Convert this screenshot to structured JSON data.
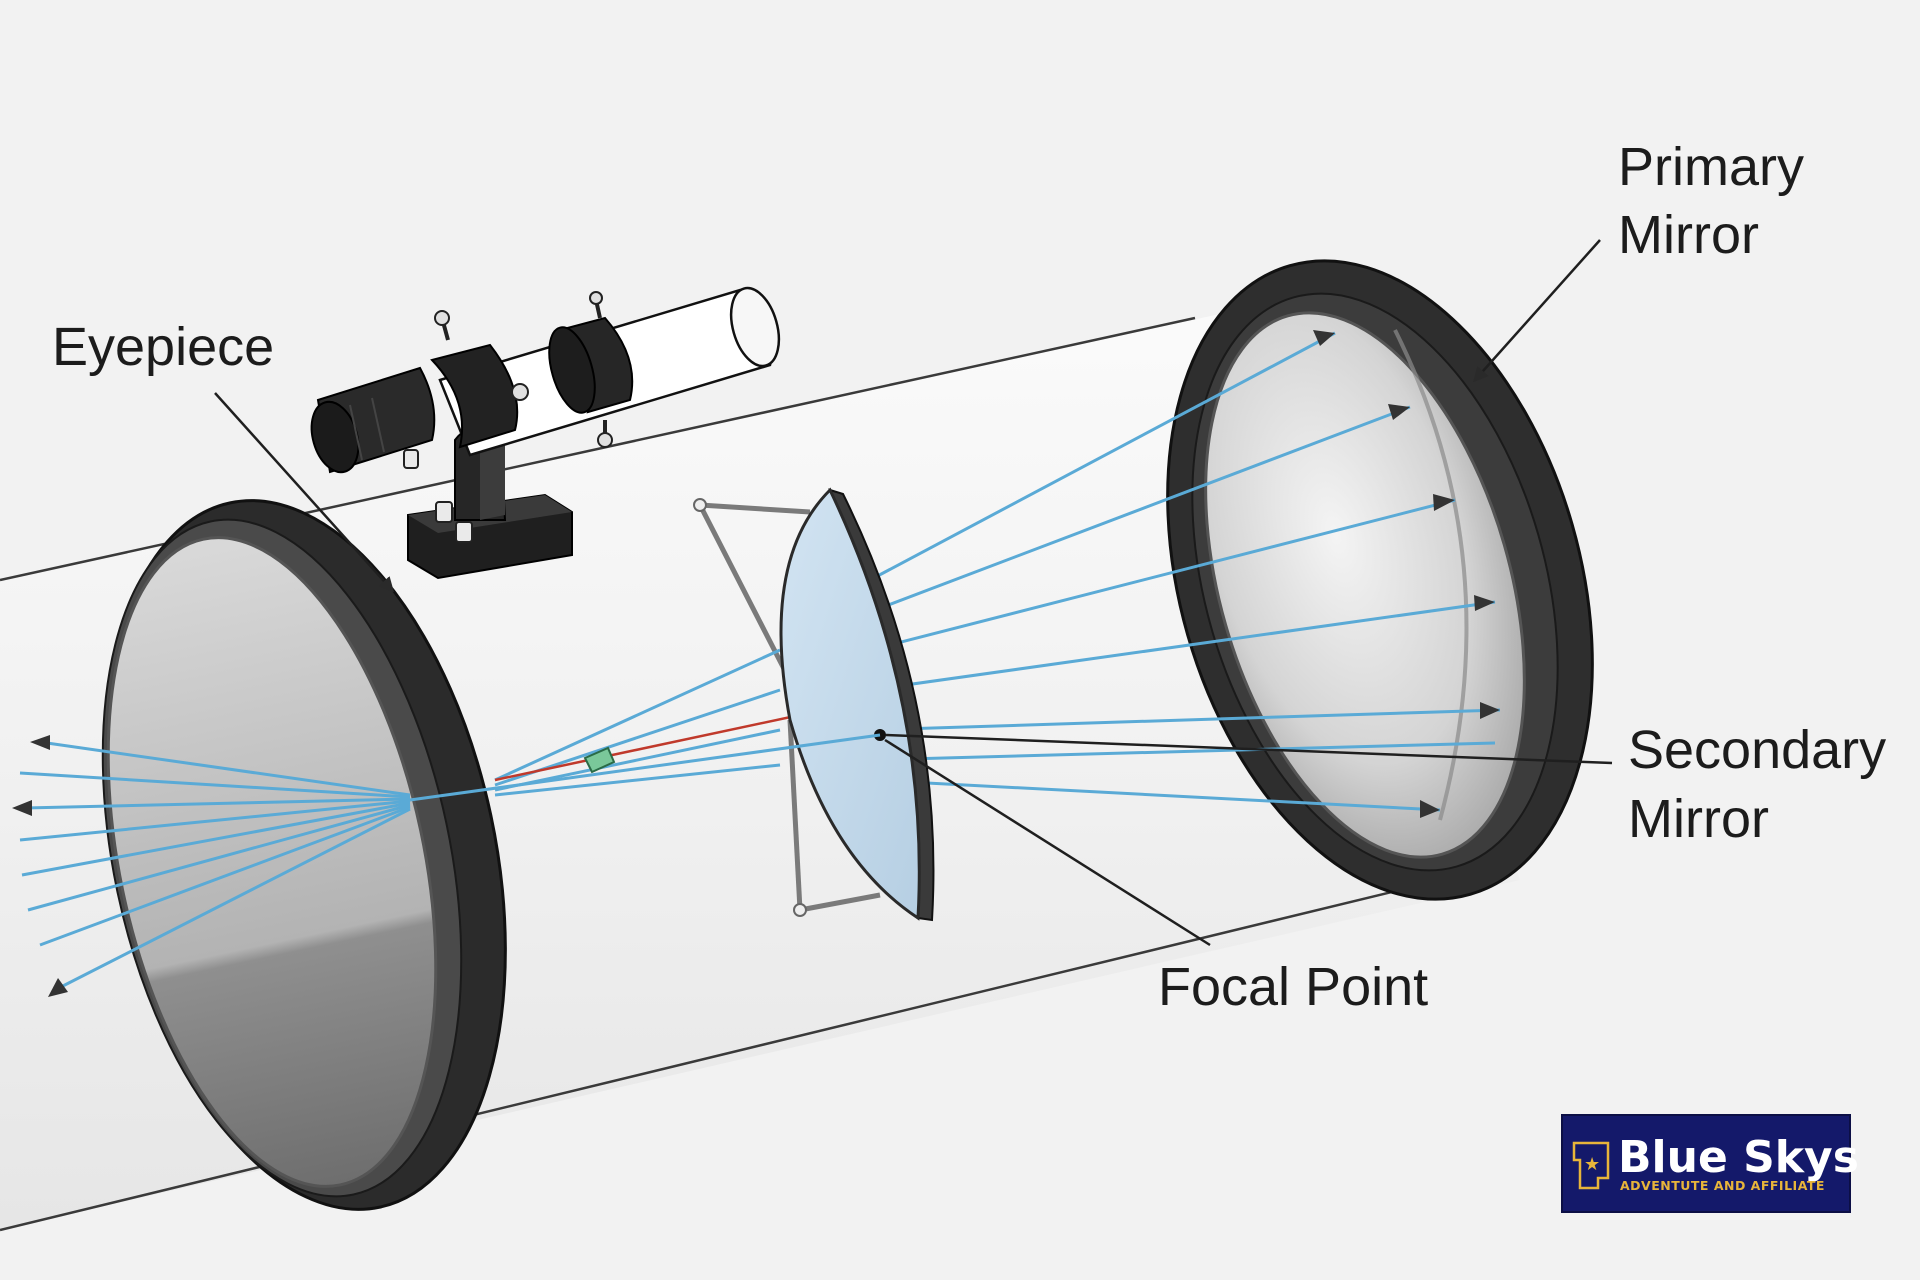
{
  "labels": {
    "eyepiece": "Eyepiece",
    "primary_mirror_line1": "Primary",
    "primary_mirror_line2": "Mirror",
    "secondary_mirror_line1": "Secondary",
    "secondary_mirror_line2": "Mirror",
    "focal_point": "Focal Point"
  },
  "logo": {
    "title": "Blue Skys",
    "subtitle": "ADVENTUTE AND AFFILIATE"
  },
  "colors": {
    "background": "#f2f2f2",
    "light_ray": "#5aaad6",
    "laser_line": "#c0392b",
    "mirror_rim": "#2f2f2f",
    "logo_background": "#14196a",
    "logo_accent": "#e8b53a"
  }
}
